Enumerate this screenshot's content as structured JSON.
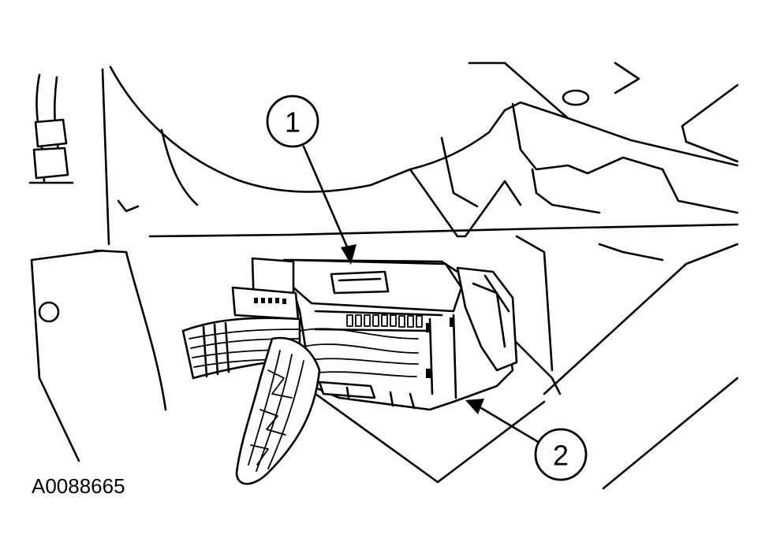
{
  "figure_id": "A0088665",
  "callouts": [
    {
      "label": "1"
    },
    {
      "label": "2"
    }
  ],
  "colors": {
    "line": "#000000",
    "background": "#ffffff"
  }
}
